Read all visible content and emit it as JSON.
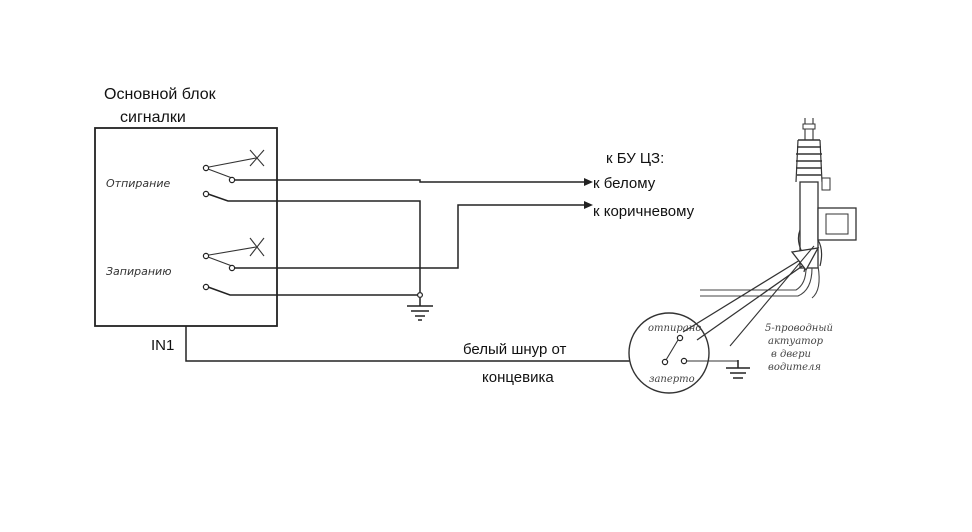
{
  "main_unit": {
    "title_line1": "Основной блок",
    "title_line2": "сигналки",
    "unlock_label": "Отпирание",
    "lock_label": "Запиранию",
    "input_label": "IN1"
  },
  "central_lock": {
    "heading": "к БУ ЦЗ:",
    "to_white": "к белому",
    "to_brown": "к коричневому"
  },
  "limit_switch": {
    "wire_label_line1": "белый шнур от",
    "wire_label_line2": "концевика",
    "unlock_mark": "отпирано",
    "lock_mark": "заперто"
  },
  "actuator": {
    "label_line1": "5-проводный",
    "label_line2": "актуатор",
    "label_line3": "в двери",
    "label_line4": "водителя"
  }
}
